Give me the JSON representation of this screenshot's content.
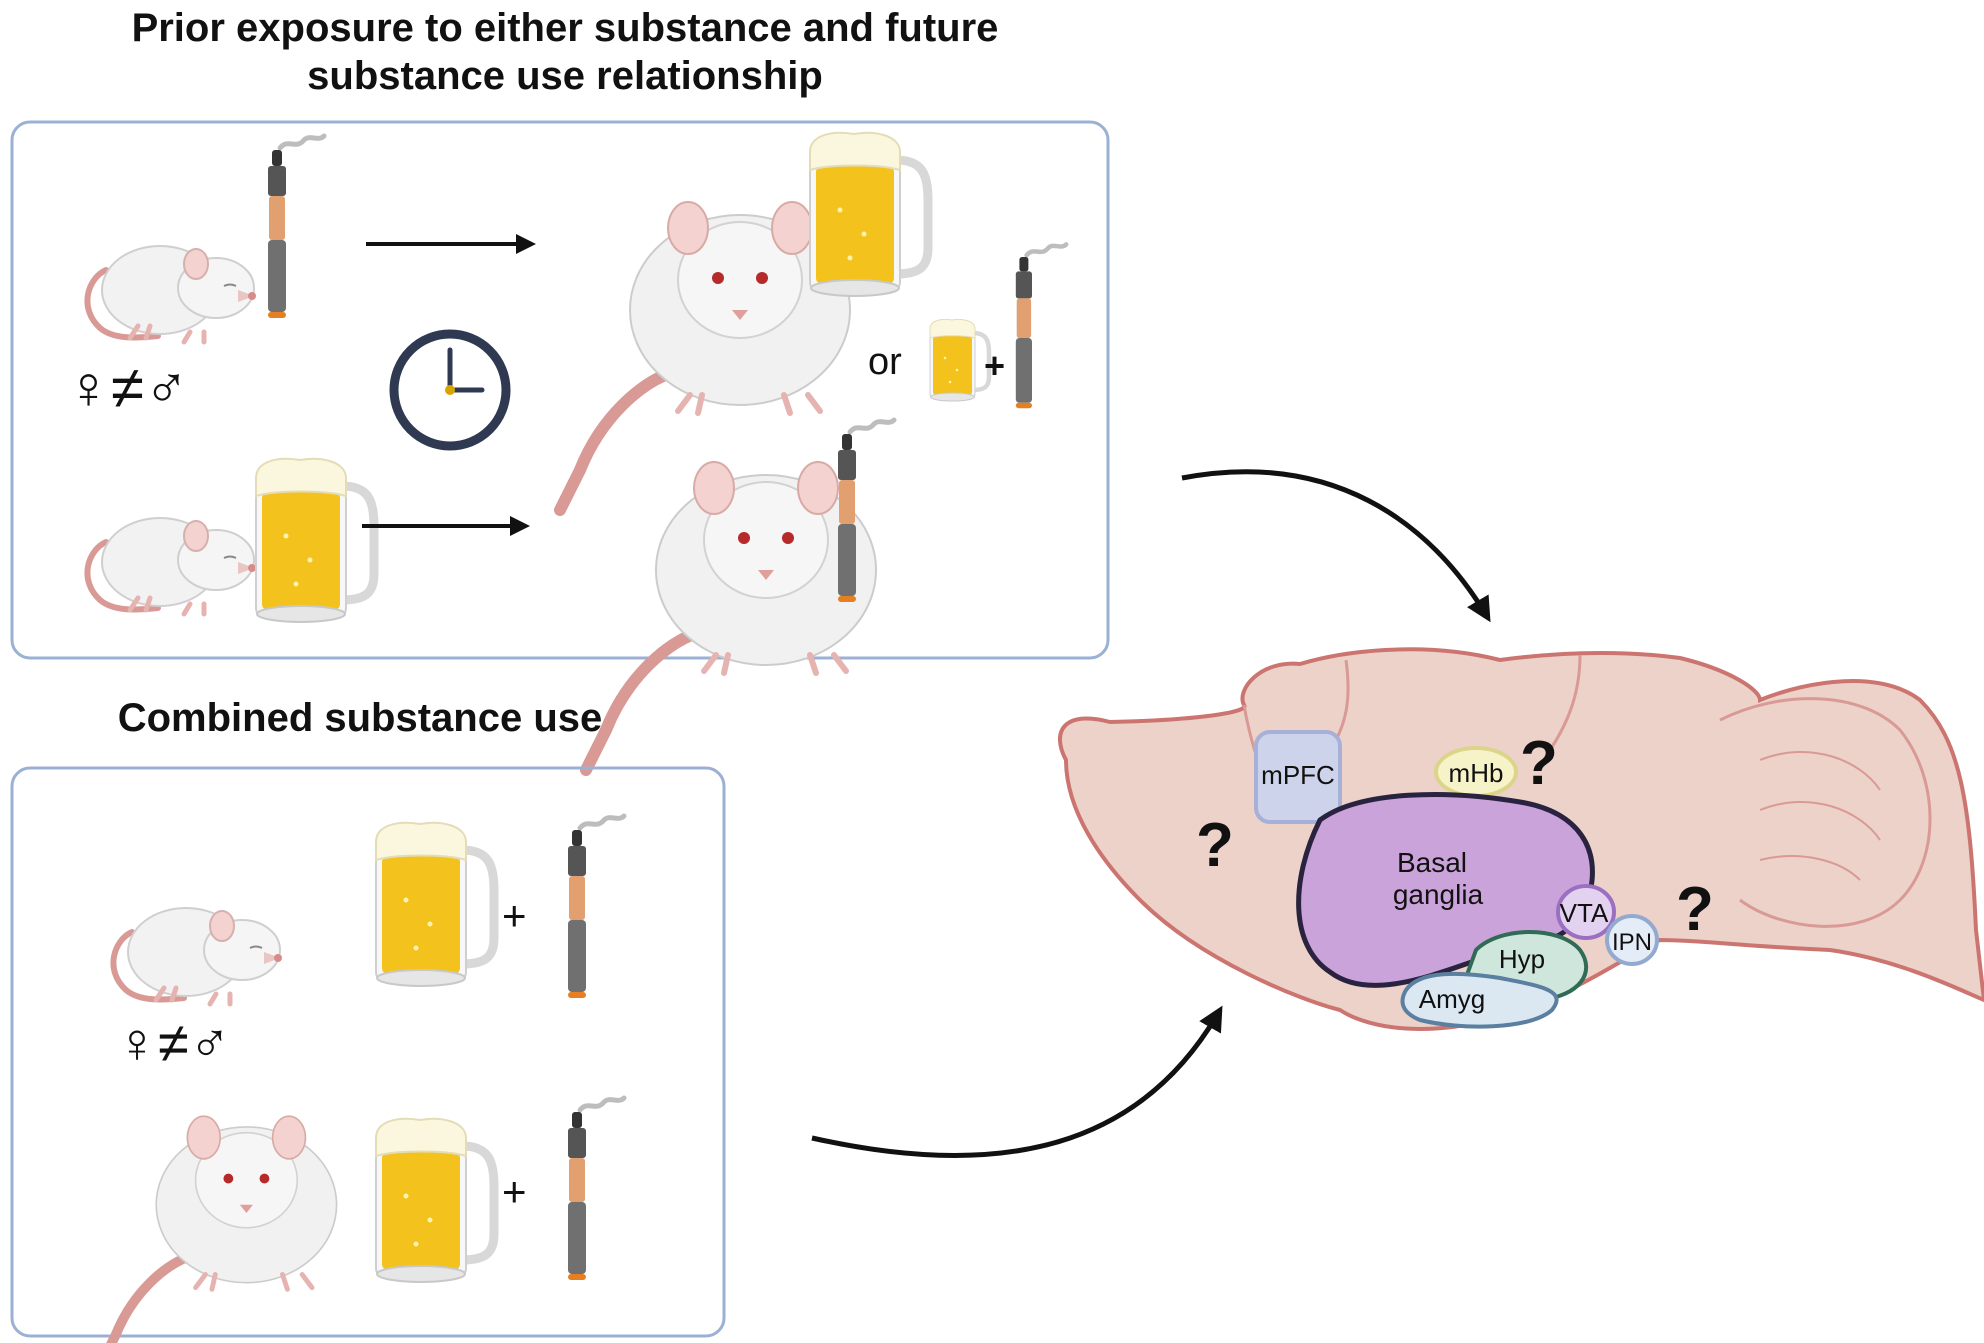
{
  "panels": {
    "prior": {
      "title": "Prior exposure to either substance and future substance use relationship"
    },
    "combined": {
      "title": "Combined substance use"
    }
  },
  "symbols": {
    "sex_difference": "♀≠♂",
    "or": "or",
    "plus": "+",
    "question": "?"
  },
  "brain": {
    "regions": {
      "mpfc": "mPFC",
      "mhb": "mHb",
      "basal_line1": "Basal",
      "basal_line2": "ganglia",
      "vta": "VTA",
      "ipn": "IPN",
      "hyp": "Hyp",
      "amyg": "Amyg"
    }
  },
  "colors": {
    "panel_border": "#9bb1d4",
    "brain_fill": "#ecd2c9",
    "brain_outline": "#cc7570",
    "basal": "#c9a3d9",
    "mpfc": "#cdd3ea",
    "mhb": "#f7f3c9",
    "hyp": "#cfe6dc",
    "amyg": "#dbe7f1",
    "beer": "#f3c21c"
  }
}
